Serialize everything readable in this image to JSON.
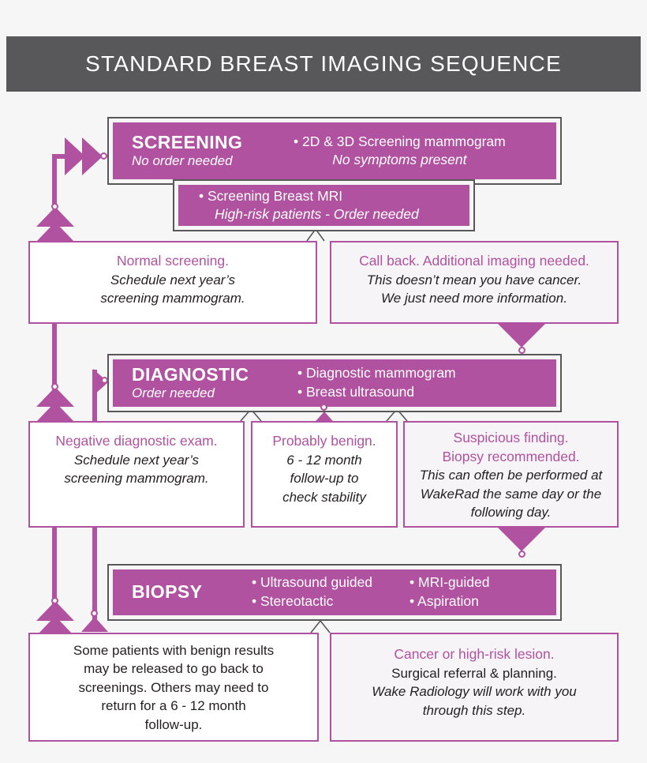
{
  "header": {
    "title": "STANDARD BREAST IMAGING SEQUENCE",
    "bar_color": "#58585b"
  },
  "theme": {
    "accent": "#b0529f",
    "dark": "#58585b",
    "page_bg": "#f6f6f6",
    "box_bg": "#ffffff",
    "text": "#231f20"
  },
  "stages": {
    "screening": {
      "name": "SCREENING",
      "sub": "No order needed",
      "items": [
        {
          "bullet": "• 2D & 3D Screening mammogram",
          "note": "No symptoms present"
        }
      ],
      "secondary": {
        "bullet": "• Screening Breast MRI",
        "note": "High-risk patients - Order needed"
      }
    },
    "diagnostic": {
      "name": "DIAGNOSTIC",
      "sub": "Order needed",
      "items": [
        {
          "bullet": "• Diagnostic mammogram"
        },
        {
          "bullet": "• Breast ultrasound"
        }
      ]
    },
    "biopsy": {
      "name": "BIOPSY",
      "items_col1": [
        {
          "bullet": "• Ultrasound guided"
        },
        {
          "bullet": "• Stereotactic"
        }
      ],
      "items_col2": [
        {
          "bullet": "• MRI-guided"
        },
        {
          "bullet": "• Aspiration"
        }
      ]
    }
  },
  "outcomes": {
    "normal_screening": {
      "head": "Normal screening.",
      "body": [
        "Schedule next year’s",
        "screening mammogram."
      ]
    },
    "call_back": {
      "head": "Call back. Additional imaging needed.",
      "body": [
        "This doesn’t mean you have cancer.",
        "We just need more information."
      ]
    },
    "negative_diagnostic": {
      "head": "Negative diagnostic exam.",
      "body": [
        "Schedule next year’s",
        "screening mammogram."
      ]
    },
    "probably_benign": {
      "head": "Probably benign.",
      "body": [
        "6 - 12 month",
        "follow-up to",
        "check stability"
      ]
    },
    "suspicious": {
      "head": [
        "Suspicious finding.",
        "Biopsy recommended."
      ],
      "body": [
        "This can often be performed at",
        "WakeRad the same day or the",
        "following day."
      ]
    },
    "benign_results": {
      "body": [
        "Some patients with benign results",
        "may be released to go back to",
        "screenings. Others may need to",
        "return for a 6 - 12 month",
        "follow-up."
      ]
    },
    "cancer": {
      "head": "Cancer or high-risk lesion.",
      "body_upright": "Surgical referral & planning.",
      "body": [
        "Wake Radiology will work with you",
        "through this step."
      ]
    }
  }
}
